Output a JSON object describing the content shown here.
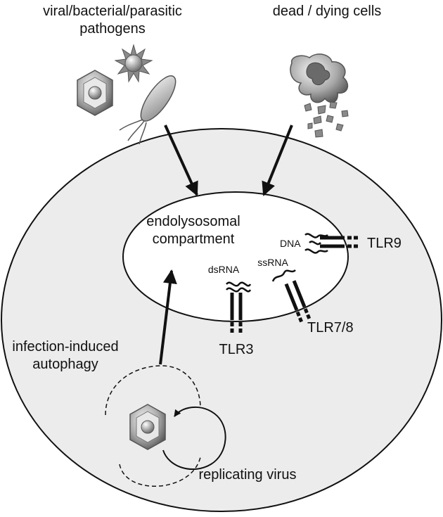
{
  "labels": {
    "pathogens_line1": "viral/bacterial/parasitic",
    "pathogens_line2": "pathogens",
    "dead_cells": "dead / dying cells",
    "compartment_line1": "endolysosomal",
    "compartment_line2": "compartment",
    "dna": "DNA",
    "tlr9": "TLR9",
    "dsrna": "dsRNA",
    "ssrna": "ssRNA",
    "tlr3": "TLR3",
    "tlr78": "TLR7/8",
    "autophagy_line1": "infection-induced",
    "autophagy_line2": "autophagy",
    "replicating_virus": "replicating virus"
  },
  "colors": {
    "cell_fill": "#ececec",
    "compartment_fill": "#ffffff",
    "stroke": "#111111",
    "icon_gray": "#9a9a9a"
  },
  "icons": [
    "virus-hexagon-icon",
    "sun-virus-icon",
    "bacterium-icon",
    "debris-icon"
  ]
}
